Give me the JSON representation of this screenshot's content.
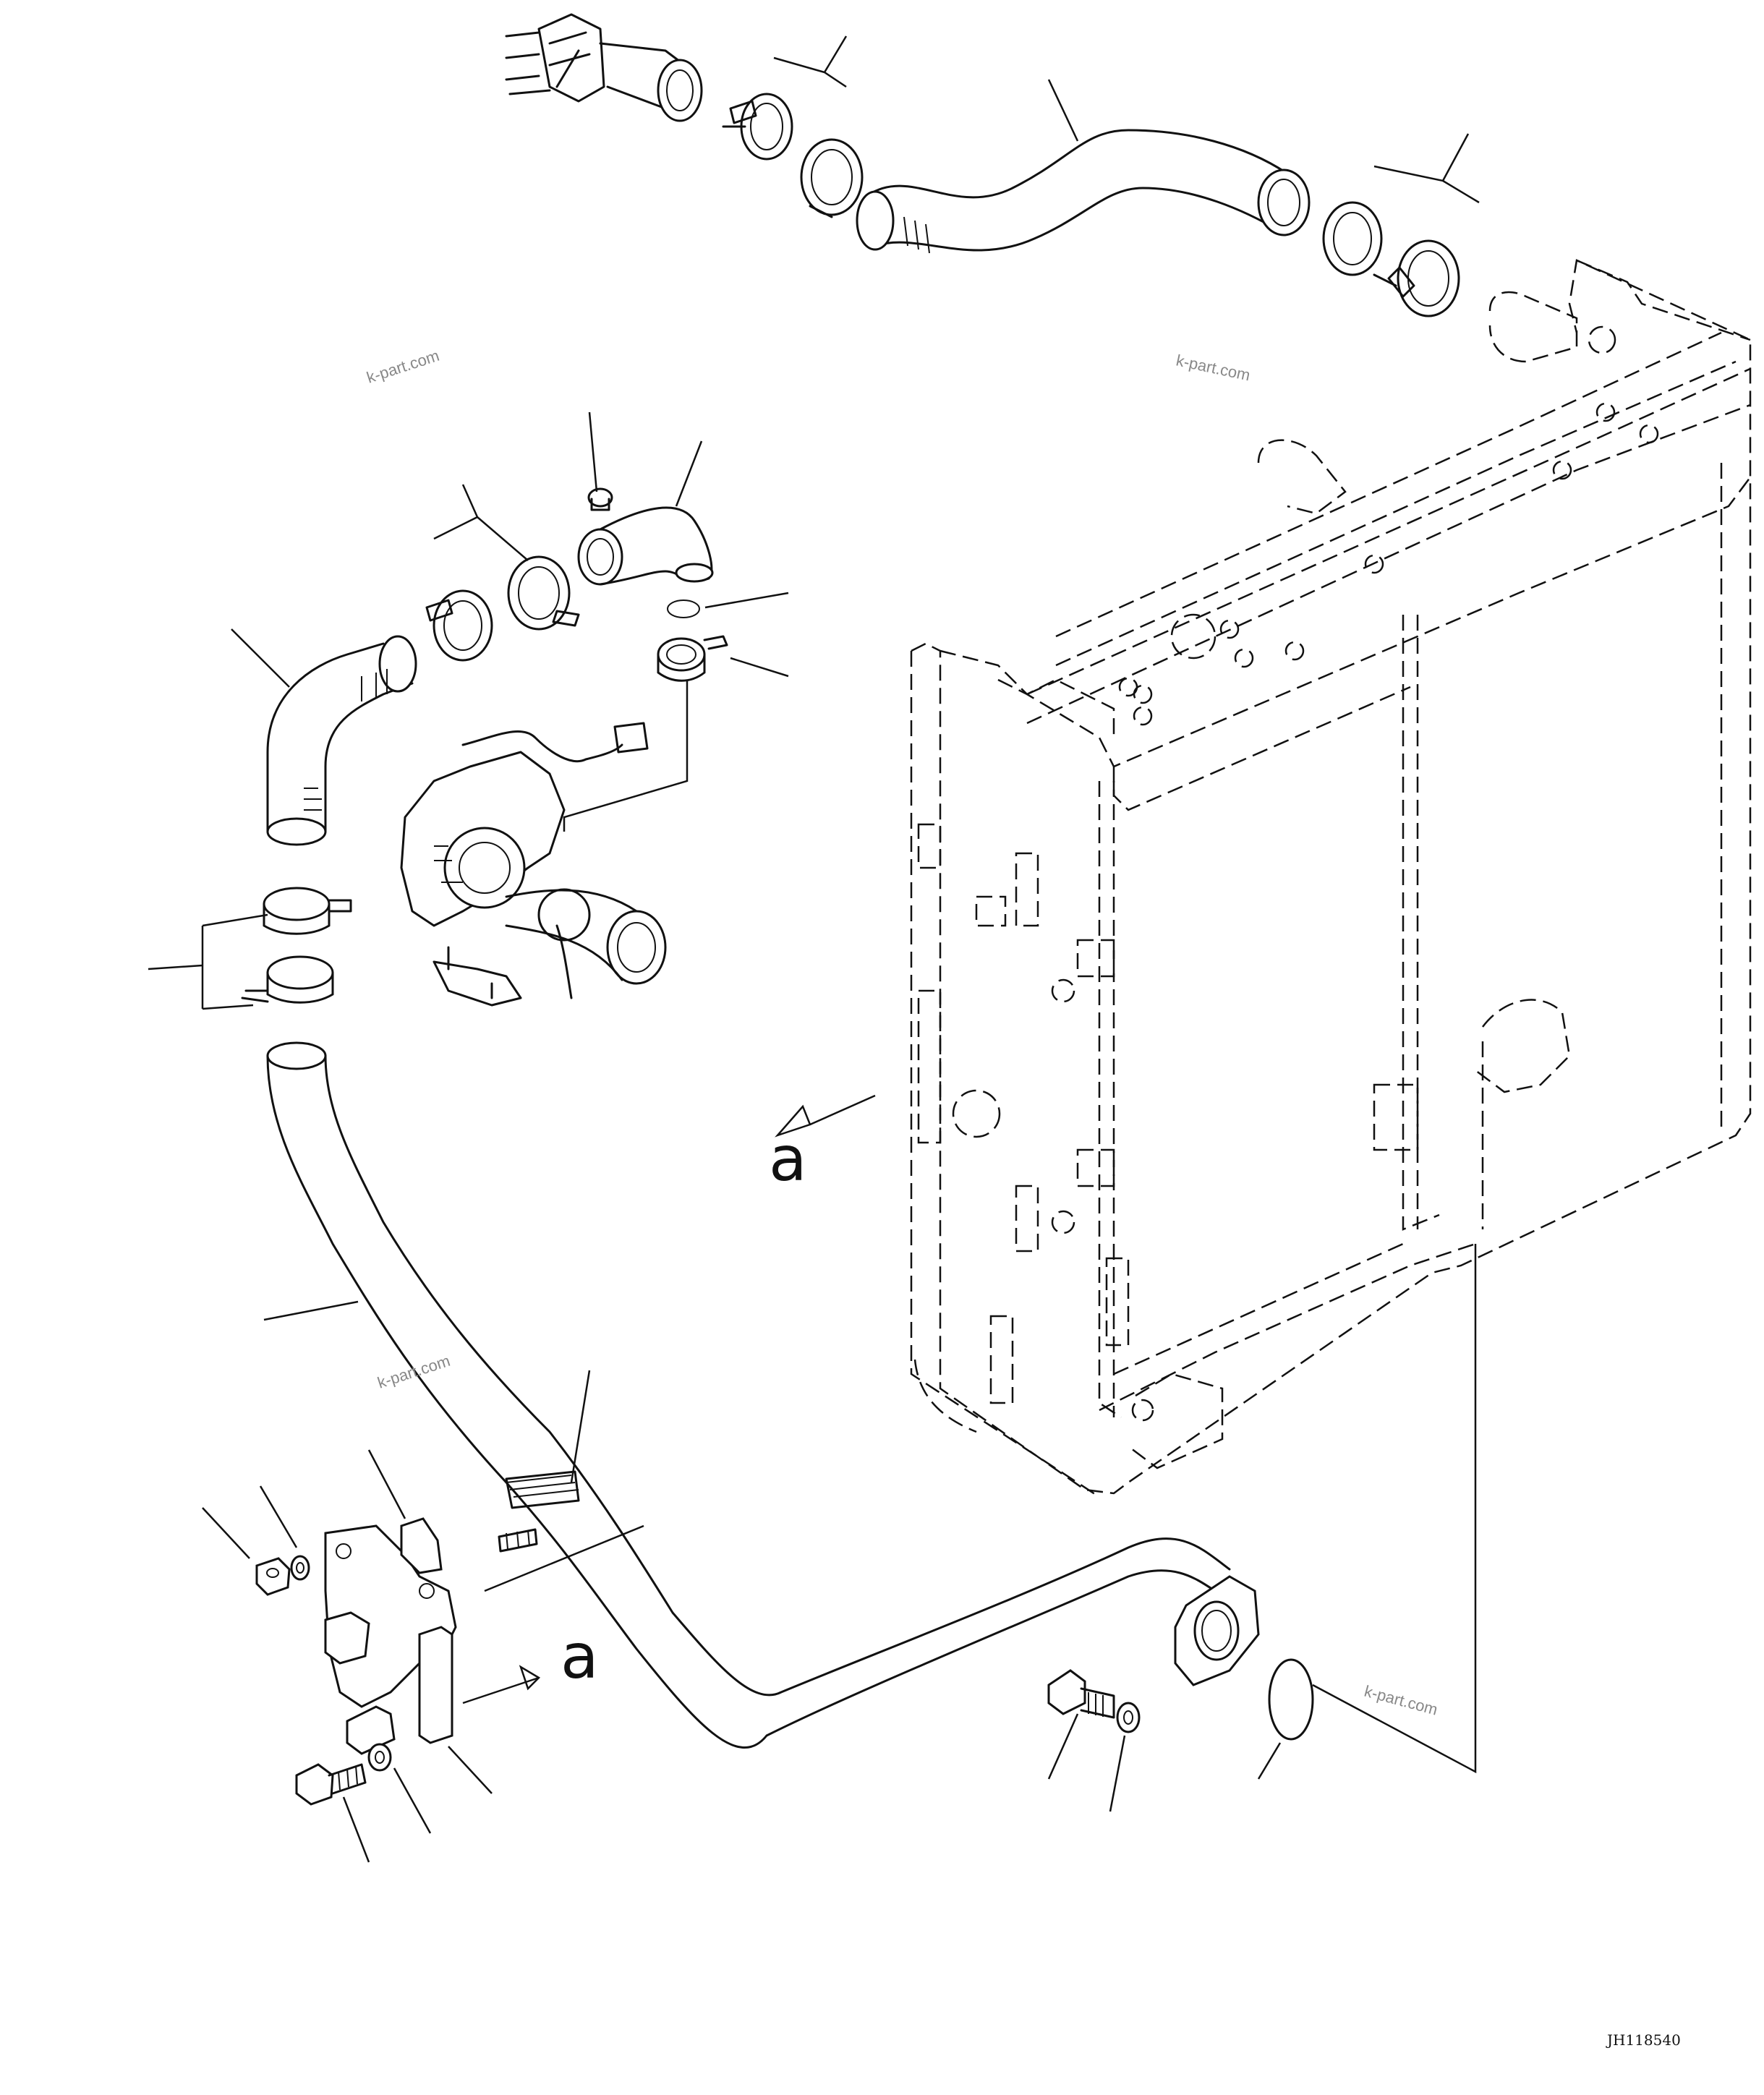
{
  "callouts": {
    "view_a_label": "a",
    "view_a_marker": "a"
  },
  "watermarks": [
    "k-part.com",
    "k-part.com",
    "k-part.com",
    "k-part.com"
  ],
  "drawing_number": "JH118540"
}
